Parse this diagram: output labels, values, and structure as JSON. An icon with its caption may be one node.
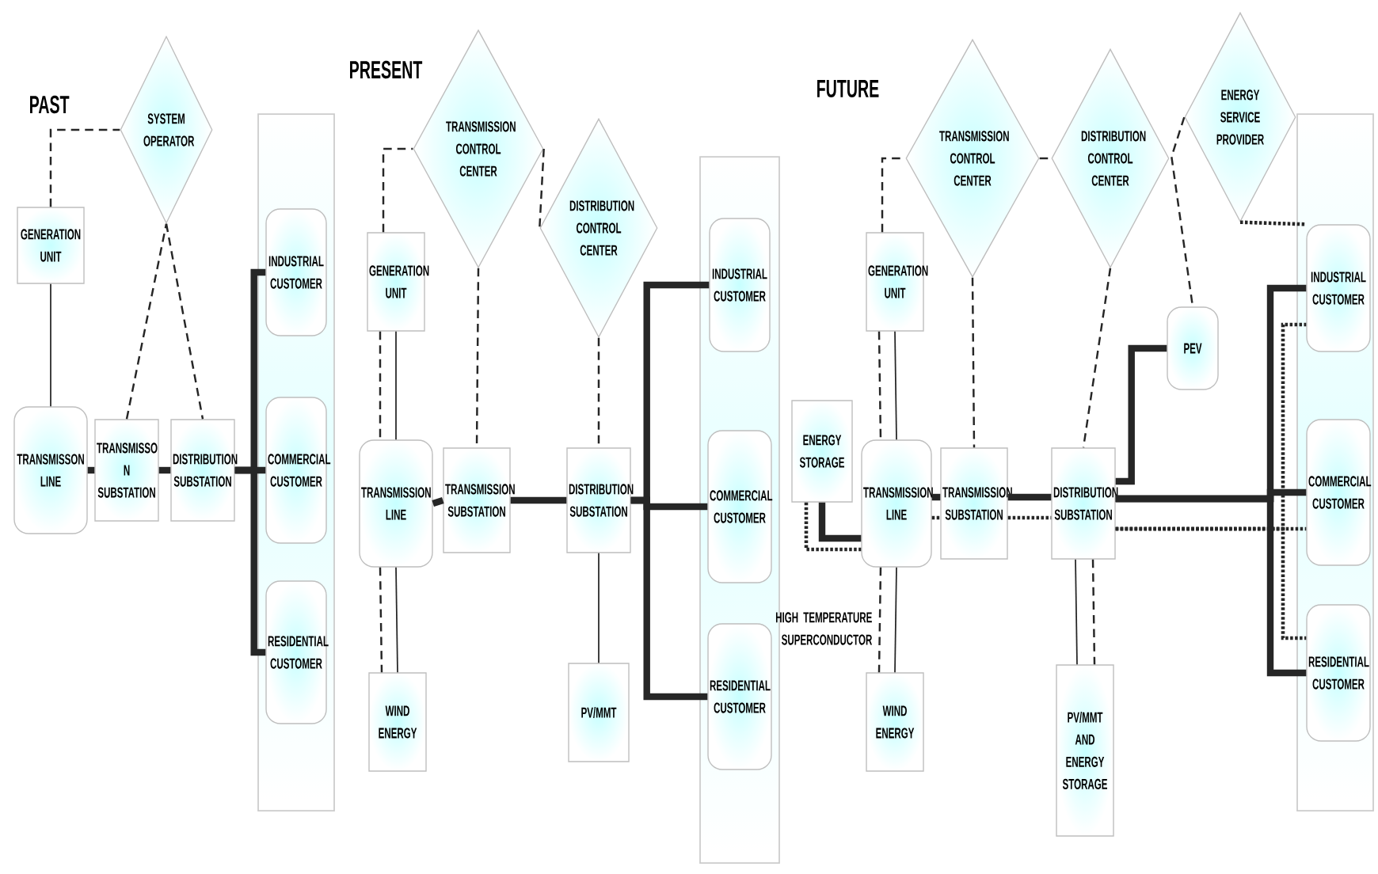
{
  "diagram": {
    "nodes": [
      {
        "text": [
          "SYSTEM OPERATOR"
        ]
      },
      {
        "text": [
          "GENERATION UNIT"
        ]
      },
      {
        "text": [
          "TRANSMISSON LINE"
        ]
      },
      {
        "text": [
          "TRANSMISSO N SUBSTATION"
        ]
      },
      {
        "text": [
          "DISTRIBUTION SUBSTATION"
        ]
      },
      {
        "text": [],
        "shape": "box"
      },
      {
        "text": [
          "INDUSTRIAL CUSTOMER"
        ],
        "in": 5
      },
      {
        "text": [
          "COMMERCIAL CUSTOMER"
        ],
        "in": 5
      },
      {
        "text": [
          "RESIDENTIAL CUSTOMER"
        ],
        "in": 5
      },
      {
        "text": [
          "TRANSMISSION CONTROL CENTER"
        ]
      },
      {
        "text": [
          "DISTRIBUTION CONTROL CENTER"
        ]
      },
      {
        "text": [
          "GENERATION UNIT"
        ]
      },
      {
        "text": [
          "TRANSMISSION LINE"
        ]
      },
      {
        "text": [
          "TRANSMISSION SUBSTATION"
        ]
      },
      {
        "text": [
          "DISTRIBUTION SUBSTATION"
        ]
      },
      {
        "text": [
          "WIND ENERGY"
        ]
      },
      {
        "text": [
          "PV/MMT"
        ]
      },
      {
        "text": [],
        "shape": "box"
      },
      {
        "text": [
          "INDUSTRIAL CUSTOMER"
        ],
        "in": 17
      },
      {
        "text": [
          "COMMERCIAL CUSTOMER"
        ],
        "in": 17
      },
      {
        "text": [
          "RESIDENTIAL CUSTOMER"
        ],
        "in": 17
      },
      {
        "text": [
          "TRANSMISSION CONTROL CENTER"
        ]
      },
      {
        "text": [
          "DISTRIBUTION CONTROL CENTER"
        ]
      },
      {
        "text": [
          "ENERGY SERVICE PROVIDER"
        ]
      },
      {
        "text": [
          "GENERATION UNIT"
        ]
      },
      {
        "text": [
          "PEV"
        ]
      },
      {
        "text": [
          "ENERGY STORAGE"
        ]
      },
      {
        "text": [
          "TRANSMISSION LINE"
        ]
      },
      {
        "text": [
          "TRANSMISSION SUBSTATION"
        ]
      },
      {
        "text": [
          "DISTRIBUTION SUBSTATION"
        ]
      },
      {
        "text": [
          "WIND ENERGY"
        ]
      },
      {
        "text": [
          "PV/MMT AND ENERGY STORAGE"
        ]
      },
      {
        "text": [],
        "shape": "box"
      },
      {
        "text": [
          "INDUSTRIAL CUSTOMER"
        ],
        "in": 32
      },
      {
        "text": [
          "COMMERCIAL CUSTOMER"
        ],
        "in": 32
      },
      {
        "text": [
          "RESIDENTIAL CUSTOMER"
        ],
        "in": 32
      }
    ],
    "edges": [
      {
        "from": 1,
        "to": 0,
        "arrow": "none",
        "style": "dashed"
      },
      {
        "from": 2,
        "to": 1,
        "arrow": "none"
      },
      {
        "from": 0,
        "to": 3,
        "arrow": "none",
        "style": "dashed"
      },
      {
        "from": 0,
        "to": 4,
        "arrow": "none",
        "style": "dashed"
      },
      {
        "from": 2,
        "to": 3,
        "arrow": "none",
        "style": "thick"
      },
      {
        "from": 3,
        "to": 4,
        "arrow": "none",
        "style": "thick"
      },
      {
        "from": 4,
        "to": 6,
        "arrow": "none",
        "style": "thick"
      },
      {
        "from": 4,
        "to": 7,
        "arrow": "none",
        "style": "thick"
      },
      {
        "from": 4,
        "to": 8,
        "arrow": "none",
        "style": "thick"
      },
      {
        "from": 11,
        "to": 9,
        "arrow": "none",
        "style": "dashed"
      },
      {
        "from": 9,
        "to": 10,
        "arrow": "none",
        "style": "dashed"
      },
      {
        "from": 9,
        "to": 13,
        "arrow": "none",
        "style": "dashed"
      },
      {
        "from": 10,
        "to": 14,
        "arrow": "none",
        "style": "dashed"
      },
      {
        "from": 11,
        "to": 12,
        "arrow": "none"
      },
      {
        "from": 11,
        "to": 12,
        "arrow": "none",
        "style": "dashed"
      },
      {
        "from": 12,
        "to": 15,
        "arrow": "none"
      },
      {
        "from": 12,
        "to": 15,
        "arrow": "none",
        "style": "dashed"
      },
      {
        "from": 12,
        "to": 13,
        "arrow": "none",
        "style": "thick"
      },
      {
        "from": 13,
        "to": 14,
        "arrow": "none",
        "style": "thick"
      },
      {
        "from": 14,
        "to": 16,
        "arrow": "none"
      },
      {
        "from": 14,
        "to": 18,
        "arrow": "none",
        "style": "thick"
      },
      {
        "from": 14,
        "to": 19,
        "arrow": "none",
        "style": "thick"
      },
      {
        "from": 14,
        "to": 20,
        "arrow": "none",
        "style": "thick"
      },
      {
        "from": 24,
        "to": 21,
        "arrow": "none",
        "style": "dashed"
      },
      {
        "from": 21,
        "to": 22,
        "arrow": "none",
        "style": "dashed"
      },
      {
        "from": 23,
        "to": 25,
        "arrow": "none",
        "style": "dashed"
      },
      {
        "from": 23,
        "to": 33,
        "arrow": "none",
        "style": "dashed"
      },
      {
        "from": 21,
        "to": 28,
        "arrow": "none",
        "style": "dashed"
      },
      {
        "from": 22,
        "to": 29,
        "arrow": "none",
        "style": "dashed"
      },
      {
        "from": 24,
        "to": 27,
        "arrow": "none"
      },
      {
        "from": 24,
        "to": 27,
        "arrow": "none",
        "style": "dashed"
      },
      {
        "from": 27,
        "to": 30,
        "arrow": "none"
      },
      {
        "from": 27,
        "to": 30,
        "arrow": "none",
        "style": "dashed"
      },
      {
        "from": 26,
        "to": 27,
        "arrow": "none",
        "style": "thick"
      },
      {
        "from": 26,
        "to": 27,
        "arrow": "none",
        "style": "dashed"
      },
      {
        "from": 27,
        "to": 28,
        "arrow": "none",
        "style": "thick"
      },
      {
        "from": 27,
        "to": 28,
        "arrow": "none",
        "style": "dashed"
      },
      {
        "from": 28,
        "to": 29,
        "arrow": "none",
        "style": "thick"
      },
      {
        "from": 28,
        "to": 29,
        "arrow": "none",
        "style": "dashed"
      },
      {
        "from": 29,
        "to": 25,
        "arrow": "none",
        "style": "thick"
      },
      {
        "from": 29,
        "to": 33,
        "arrow": "none",
        "style": "thick"
      },
      {
        "from": 29,
        "to": 34,
        "arrow": "none",
        "style": "thick"
      },
      {
        "from": 29,
        "to": 35,
        "arrow": "none",
        "style": "thick"
      },
      {
        "from": 29,
        "to": 33,
        "arrow": "none",
        "style": "dashed"
      },
      {
        "from": 29,
        "to": 34,
        "arrow": "none",
        "style": "dashed"
      },
      {
        "from": 29,
        "to": 35,
        "arrow": "none",
        "style": "dashed"
      },
      {
        "from": 29,
        "to": 31,
        "arrow": "none"
      },
      {
        "from": 29,
        "to": 31,
        "arrow": "none",
        "style": "dashed"
      }
    ],
    "labels": [
      "PAST",
      "PRESENT",
      "FUTURE",
      "HIGH TEMPERATURE SUPERCONDUCTOR"
    ]
  }
}
